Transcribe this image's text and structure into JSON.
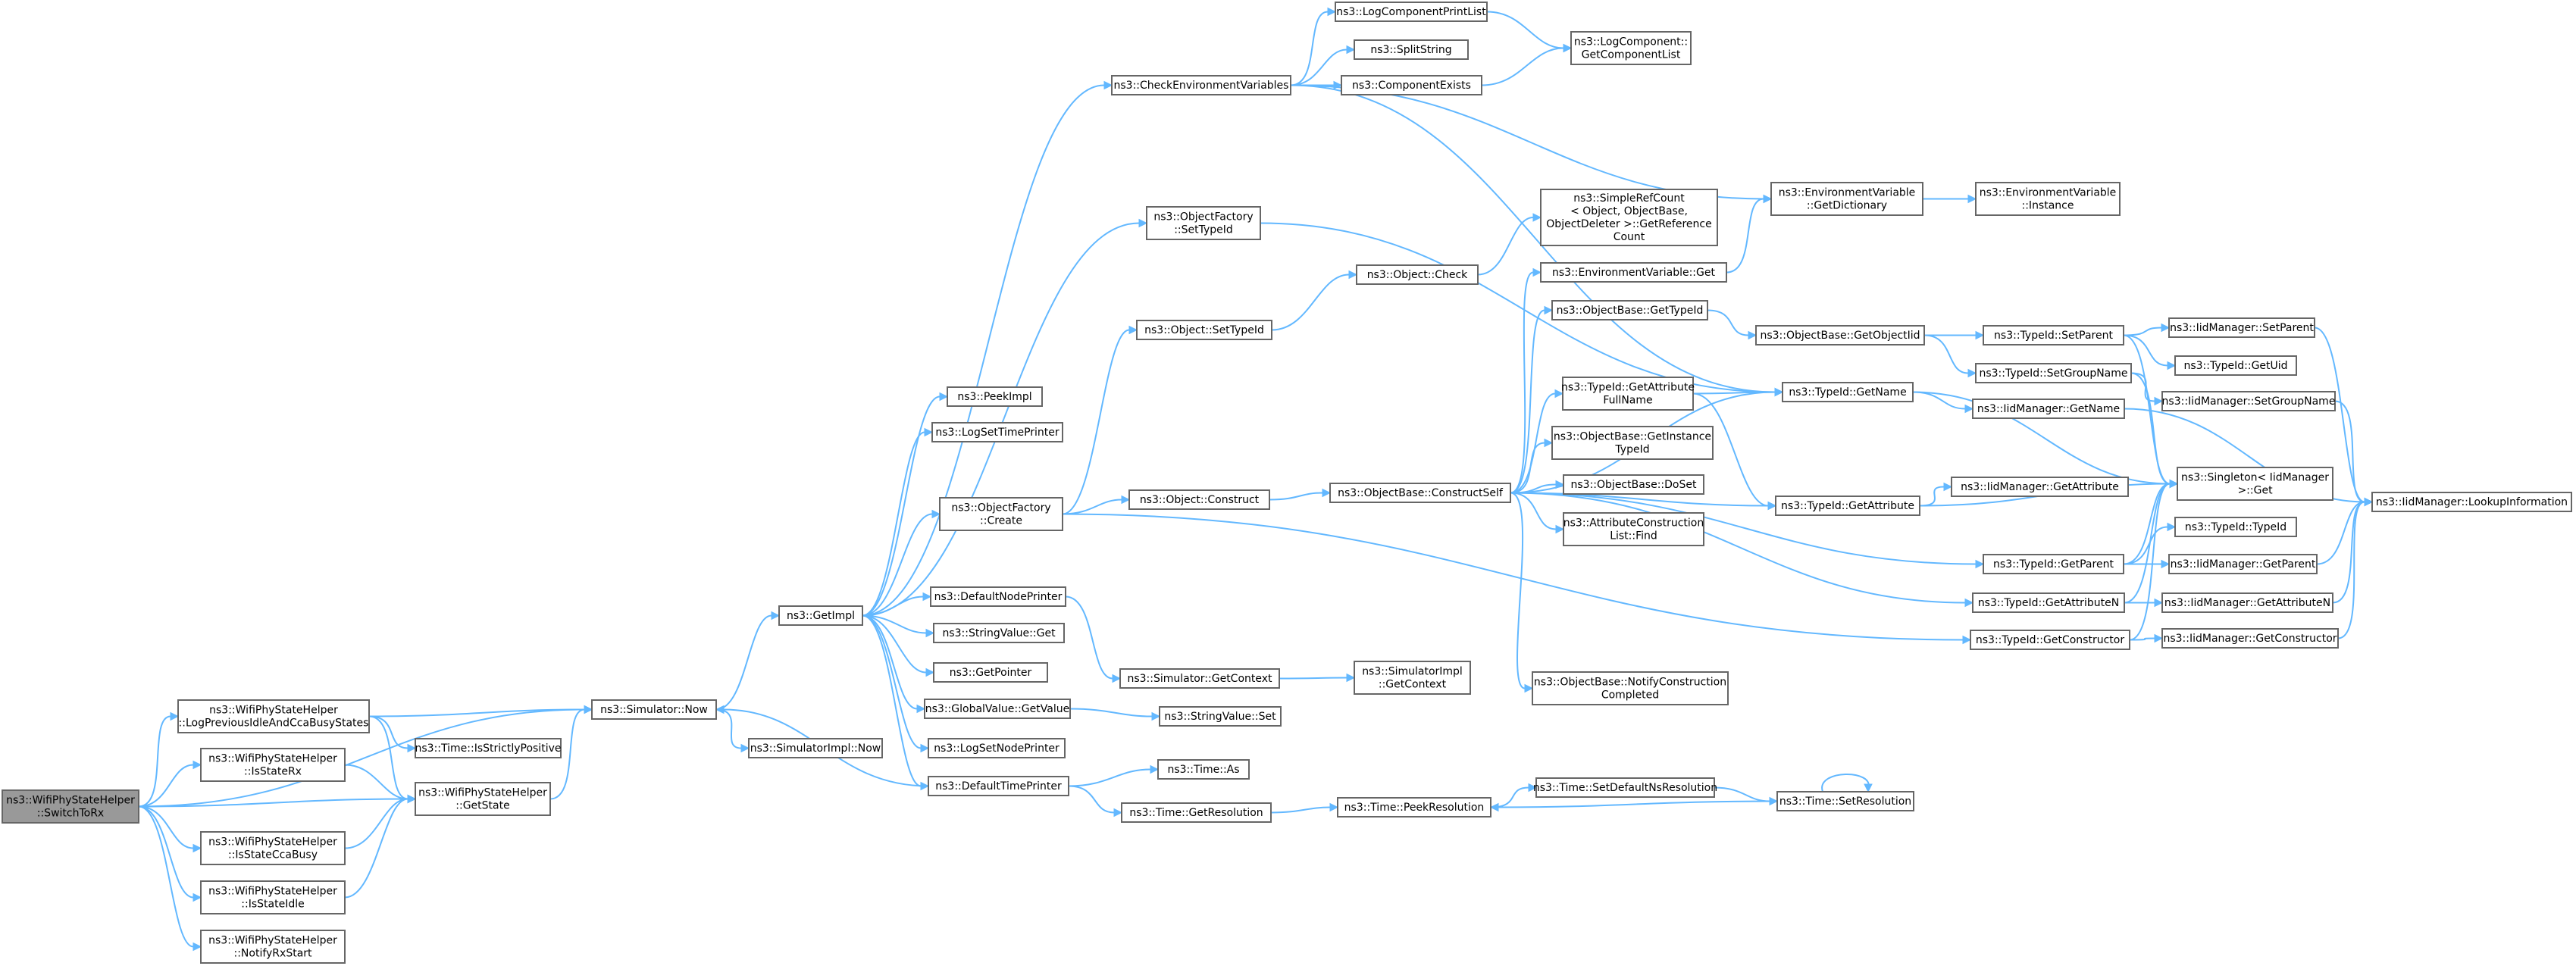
{
  "colors": {
    "edge": "#63b8ff",
    "node_border": "#666666",
    "node_fill": "#ffffff",
    "root_fill": "#999999",
    "background": "#ffffff"
  },
  "nodes": [
    {
      "id": "switchToRx",
      "lines": [
        "ns3::WifiPhyStateHelper",
        "::SwitchToRx"
      ],
      "root": true
    },
    {
      "id": "logPrevIdle",
      "lines": [
        "ns3::WifiPhyStateHelper",
        "::LogPreviousIdleAndCcaBusyStates"
      ]
    },
    {
      "id": "isStateRx",
      "lines": [
        "ns3::WifiPhyStateHelper",
        "::IsStateRx"
      ]
    },
    {
      "id": "getState",
      "lines": [
        "ns3::WifiPhyStateHelper",
        "::GetState"
      ]
    },
    {
      "id": "isStateCcaBusy",
      "lines": [
        "ns3::WifiPhyStateHelper",
        "::IsStateCcaBusy"
      ]
    },
    {
      "id": "isStateIdle",
      "lines": [
        "ns3::WifiPhyStateHelper",
        "::IsStateIdle"
      ]
    },
    {
      "id": "notifyRxStart",
      "lines": [
        "ns3::WifiPhyStateHelper",
        "::NotifyRxStart"
      ]
    },
    {
      "id": "simNow",
      "lines": [
        "ns3::Simulator::Now"
      ]
    },
    {
      "id": "isStrictlyPositive",
      "lines": [
        "ns3::Time::IsStrictlyPositive"
      ]
    },
    {
      "id": "simImplNow",
      "lines": [
        "ns3::SimulatorImpl::Now"
      ]
    },
    {
      "id": "getImpl",
      "lines": [
        "ns3::GetImpl"
      ]
    },
    {
      "id": "peekImpl",
      "lines": [
        "ns3::PeekImpl"
      ]
    },
    {
      "id": "logSetTimePrinter",
      "lines": [
        "ns3::LogSetTimePrinter"
      ]
    },
    {
      "id": "objFactoryCreate",
      "lines": [
        "ns3::ObjectFactory",
        "::Create"
      ]
    },
    {
      "id": "defaultNodePrinter",
      "lines": [
        "ns3::DefaultNodePrinter"
      ]
    },
    {
      "id": "stringValueGet",
      "lines": [
        "ns3::StringValue::Get"
      ]
    },
    {
      "id": "getPointer",
      "lines": [
        "ns3::GetPointer"
      ]
    },
    {
      "id": "globalValueGetValue",
      "lines": [
        "ns3::GlobalValue::GetValue"
      ]
    },
    {
      "id": "logSetNodePrinter",
      "lines": [
        "ns3::LogSetNodePrinter"
      ]
    },
    {
      "id": "defaultTimePrinter",
      "lines": [
        "ns3::DefaultTimePrinter"
      ]
    },
    {
      "id": "checkEnvVars",
      "lines": [
        "ns3::CheckEnvironmentVariables"
      ]
    },
    {
      "id": "objFactorySetTypeId",
      "lines": [
        "ns3::ObjectFactory",
        "::SetTypeId"
      ]
    },
    {
      "id": "objectSetTypeId",
      "lines": [
        "ns3::Object::SetTypeId"
      ]
    },
    {
      "id": "objectConstruct",
      "lines": [
        "ns3::Object::Construct"
      ]
    },
    {
      "id": "simGetContext",
      "lines": [
        "ns3::Simulator::GetContext"
      ]
    },
    {
      "id": "stringValueSet",
      "lines": [
        "ns3::StringValue::Set"
      ]
    },
    {
      "id": "timeAs",
      "lines": [
        "ns3::Time::As"
      ]
    },
    {
      "id": "timeGetResolution",
      "lines": [
        "ns3::Time::GetResolution"
      ]
    },
    {
      "id": "logCompPrintList",
      "lines": [
        "ns3::LogComponentPrintList"
      ]
    },
    {
      "id": "splitString",
      "lines": [
        "ns3::SplitString"
      ]
    },
    {
      "id": "componentExists",
      "lines": [
        "ns3::ComponentExists"
      ]
    },
    {
      "id": "logCompGetList",
      "lines": [
        "ns3::LogComponent::",
        "GetComponentList"
      ]
    },
    {
      "id": "objectCheck",
      "lines": [
        "ns3::Object::Check"
      ]
    },
    {
      "id": "objBaseConstructSelf",
      "lines": [
        "ns3::ObjectBase::ConstructSelf"
      ]
    },
    {
      "id": "simImplGetContext",
      "lines": [
        "ns3::SimulatorImpl",
        "::GetContext"
      ]
    },
    {
      "id": "timePeekResolution",
      "lines": [
        "ns3::Time::PeekResolution"
      ]
    },
    {
      "id": "simpleRefCount",
      "lines": [
        "ns3::SimpleRefCount",
        "< Object, ObjectBase,",
        "ObjectDeleter >::GetReference",
        "Count"
      ]
    },
    {
      "id": "envVarGet",
      "lines": [
        "ns3::EnvironmentVariable::Get"
      ]
    },
    {
      "id": "objBaseGetTypeId",
      "lines": [
        "ns3::ObjectBase::GetTypeId"
      ]
    },
    {
      "id": "typeIdGetAttrFullName",
      "lines": [
        "ns3::TypeId::GetAttribute",
        "FullName"
      ]
    },
    {
      "id": "objBaseGetInstanceTypeId",
      "lines": [
        "ns3::ObjectBase::GetInstance",
        "TypeId"
      ]
    },
    {
      "id": "objBaseDoSet",
      "lines": [
        "ns3::ObjectBase::DoSet"
      ]
    },
    {
      "id": "attrConstructionListFind",
      "lines": [
        "ns3::AttributeConstruction",
        "List::Find"
      ]
    },
    {
      "id": "objBaseNotifyConstruction",
      "lines": [
        "ns3::ObjectBase::NotifyConstruction",
        "Completed"
      ]
    },
    {
      "id": "timeSetDefaultNsRes",
      "lines": [
        "ns3::Time::SetDefaultNsResolution"
      ]
    },
    {
      "id": "envVarGetDictionary",
      "lines": [
        "ns3::EnvironmentVariable",
        "::GetDictionary"
      ]
    },
    {
      "id": "objBaseGetObjectIid",
      "lines": [
        "ns3::ObjectBase::GetObjectIid"
      ]
    },
    {
      "id": "typeIdGetName",
      "lines": [
        "ns3::TypeId::GetName"
      ]
    },
    {
      "id": "typeIdGetAttribute",
      "lines": [
        "ns3::TypeId::GetAttribute"
      ]
    },
    {
      "id": "timeSetResolution",
      "lines": [
        "ns3::Time::SetResolution"
      ]
    },
    {
      "id": "envVarInstance",
      "lines": [
        "ns3::EnvironmentVariable",
        "::Instance"
      ]
    },
    {
      "id": "typeIdSetParent",
      "lines": [
        "ns3::TypeId::SetParent"
      ]
    },
    {
      "id": "typeIdSetGroupName",
      "lines": [
        "ns3::TypeId::SetGroupName"
      ]
    },
    {
      "id": "iidMgrGetName",
      "lines": [
        "ns3::IidManager::GetName"
      ]
    },
    {
      "id": "iidMgrGetAttribute",
      "lines": [
        "ns3::IidManager::GetAttribute"
      ]
    },
    {
      "id": "typeIdGetParent",
      "lines": [
        "ns3::TypeId::GetParent"
      ]
    },
    {
      "id": "typeIdGetAttributeN",
      "lines": [
        "ns3::TypeId::GetAttributeN"
      ]
    },
    {
      "id": "typeIdGetConstructor",
      "lines": [
        "ns3::TypeId::GetConstructor"
      ]
    },
    {
      "id": "iidMgrSetParent",
      "lines": [
        "ns3::IidManager::SetParent"
      ]
    },
    {
      "id": "typeIdGetUid",
      "lines": [
        "ns3::TypeId::GetUid"
      ]
    },
    {
      "id": "iidMgrSetGroupName",
      "lines": [
        "ns3::IidManager::SetGroupName"
      ]
    },
    {
      "id": "singletonGet",
      "lines": [
        "ns3::Singleton< IidManager",
        ">::Get"
      ]
    },
    {
      "id": "typeIdTypeId",
      "lines": [
        "ns3::TypeId::TypeId"
      ]
    },
    {
      "id": "iidMgrGetParent",
      "lines": [
        "ns3::IidManager::GetParent"
      ]
    },
    {
      "id": "iidMgrGetAttributeN",
      "lines": [
        "ns3::IidManager::GetAttributeN"
      ]
    },
    {
      "id": "iidMgrGetConstructor",
      "lines": [
        "ns3::IidManager::GetConstructor"
      ]
    },
    {
      "id": "iidMgrLookupInformation",
      "lines": [
        "ns3::IidManager::LookupInformation"
      ]
    }
  ],
  "edges": [
    [
      "switchToRx",
      "logPrevIdle"
    ],
    [
      "switchToRx",
      "isStateRx"
    ],
    [
      "switchToRx",
      "getState"
    ],
    [
      "switchToRx",
      "isStateCcaBusy"
    ],
    [
      "switchToRx",
      "isStateIdle"
    ],
    [
      "switchToRx",
      "notifyRxStart"
    ],
    [
      "switchToRx",
      "simNow"
    ],
    [
      "logPrevIdle",
      "simNow"
    ],
    [
      "logPrevIdle",
      "isStrictlyPositive"
    ],
    [
      "logPrevIdle",
      "getState"
    ],
    [
      "isStateRx",
      "getState"
    ],
    [
      "isStateCcaBusy",
      "getState"
    ],
    [
      "isStateIdle",
      "getState"
    ],
    [
      "getState",
      "simNow"
    ],
    [
      "simNow",
      "getImpl"
    ],
    [
      "simNow",
      "simImplNow"
    ],
    [
      "getImpl",
      "peekImpl"
    ],
    [
      "getImpl",
      "logSetTimePrinter"
    ],
    [
      "getImpl",
      "objFactoryCreate"
    ],
    [
      "getImpl",
      "defaultNodePrinter"
    ],
    [
      "getImpl",
      "stringValueGet"
    ],
    [
      "getImpl",
      "getPointer"
    ],
    [
      "getImpl",
      "globalValueGetValue"
    ],
    [
      "getImpl",
      "logSetNodePrinter"
    ],
    [
      "getImpl",
      "defaultTimePrinter"
    ],
    [
      "getImpl",
      "checkEnvVars"
    ],
    [
      "getImpl",
      "objFactorySetTypeId"
    ],
    [
      "checkEnvVars",
      "logCompPrintList"
    ],
    [
      "checkEnvVars",
      "splitString"
    ],
    [
      "checkEnvVars",
      "componentExists"
    ],
    [
      "checkEnvVars",
      "envVarGetDictionary"
    ],
    [
      "checkEnvVars",
      "typeIdGetName"
    ],
    [
      "logCompPrintList",
      "logCompGetList"
    ],
    [
      "componentExists",
      "logCompGetList"
    ],
    [
      "objFactorySetTypeId",
      "typeIdGetName"
    ],
    [
      "objFactoryCreate",
      "objectSetTypeId"
    ],
    [
      "objFactoryCreate",
      "objectConstruct"
    ],
    [
      "objFactoryCreate",
      "typeIdGetConstructor"
    ],
    [
      "objectSetTypeId",
      "objectCheck"
    ],
    [
      "objectCheck",
      "simpleRefCount"
    ],
    [
      "objectConstruct",
      "objBaseConstructSelf"
    ],
    [
      "defaultNodePrinter",
      "simGetContext"
    ],
    [
      "globalValueGetValue",
      "stringValueSet"
    ],
    [
      "simGetContext",
      "simImplGetContext"
    ],
    [
      "defaultTimePrinter",
      "simNow"
    ],
    [
      "defaultTimePrinter",
      "timeAs"
    ],
    [
      "defaultTimePrinter",
      "timeGetResolution"
    ],
    [
      "timeGetResolution",
      "timePeekResolution"
    ],
    [
      "timePeekResolution",
      "timeSetDefaultNsRes"
    ],
    [
      "timeSetDefaultNsRes",
      "timeSetResolution"
    ],
    [
      "timeSetResolution",
      "timePeekResolution"
    ],
    [
      "timeSetResolution",
      "timeSetResolution"
    ],
    [
      "objBaseConstructSelf",
      "envVarGet"
    ],
    [
      "objBaseConstructSelf",
      "objBaseGetTypeId"
    ],
    [
      "objBaseConstructSelf",
      "typeIdGetAttrFullName"
    ],
    [
      "objBaseConstructSelf",
      "objBaseGetInstanceTypeId"
    ],
    [
      "objBaseConstructSelf",
      "objBaseDoSet"
    ],
    [
      "objBaseConstructSelf",
      "attrConstructionListFind"
    ],
    [
      "objBaseConstructSelf",
      "objBaseNotifyConstruction"
    ],
    [
      "objBaseConstructSelf",
      "typeIdGetName"
    ],
    [
      "objBaseConstructSelf",
      "typeIdGetAttribute"
    ],
    [
      "objBaseConstructSelf",
      "typeIdGetParent"
    ],
    [
      "objBaseConstructSelf",
      "typeIdGetAttributeN"
    ],
    [
      "envVarGet",
      "envVarGetDictionary"
    ],
    [
      "envVarGetDictionary",
      "envVarInstance"
    ],
    [
      "objBaseGetTypeId",
      "objBaseGetObjectIid"
    ],
    [
      "objBaseGetObjectIid",
      "typeIdSetParent"
    ],
    [
      "objBaseGetObjectIid",
      "typeIdSetGroupName"
    ],
    [
      "typeIdGetAttrFullName",
      "typeIdGetName"
    ],
    [
      "typeIdGetAttrFullName",
      "typeIdGetAttribute"
    ],
    [
      "typeIdGetName",
      "iidMgrGetName"
    ],
    [
      "typeIdGetName",
      "singletonGet"
    ],
    [
      "typeIdGetAttribute",
      "iidMgrGetAttribute"
    ],
    [
      "typeIdGetAttribute",
      "singletonGet"
    ],
    [
      "typeIdSetParent",
      "iidMgrSetParent"
    ],
    [
      "typeIdSetParent",
      "typeIdGetUid"
    ],
    [
      "typeIdSetParent",
      "singletonGet"
    ],
    [
      "typeIdSetGroupName",
      "iidMgrSetGroupName"
    ],
    [
      "typeIdSetGroupName",
      "singletonGet"
    ],
    [
      "typeIdGetParent",
      "typeIdTypeId"
    ],
    [
      "typeIdGetParent",
      "iidMgrGetParent"
    ],
    [
      "typeIdGetParent",
      "singletonGet"
    ],
    [
      "typeIdGetAttributeN",
      "iidMgrGetAttributeN"
    ],
    [
      "typeIdGetAttributeN",
      "singletonGet"
    ],
    [
      "typeIdGetConstructor",
      "iidMgrGetConstructor"
    ],
    [
      "typeIdGetConstructor",
      "singletonGet"
    ],
    [
      "iidMgrSetParent",
      "iidMgrLookupInformation"
    ],
    [
      "iidMgrSetGroupName",
      "iidMgrLookupInformation"
    ],
    [
      "iidMgrGetName",
      "iidMgrLookupInformation"
    ],
    [
      "iidMgrGetParent",
      "iidMgrLookupInformation"
    ],
    [
      "iidMgrGetAttributeN",
      "iidMgrLookupInformation"
    ],
    [
      "iidMgrGetConstructor",
      "iidMgrLookupInformation"
    ]
  ]
}
